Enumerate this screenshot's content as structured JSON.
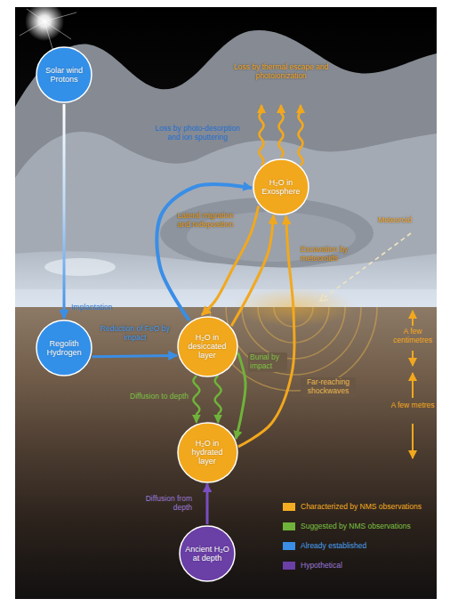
{
  "diagram": {
    "nodes": [
      {
        "text": [
          "Solar wind Protons"
        ]
      },
      {
        "text": [
          "H₂O in Exosphere"
        ]
      },
      {
        "text": [
          "Regolith Hydrogen"
        ]
      },
      {
        "text": [
          "H₂O in desiccated layer"
        ]
      },
      {
        "text": [
          "H₂O in hydrated layer"
        ]
      },
      {
        "text": [
          "Ancient H₂O at depth"
        ]
      }
    ],
    "edges": [
      {
        "from": 0,
        "to": 2,
        "arrow": "to",
        "label": "Implantation"
      },
      {
        "from": 2,
        "to": 3,
        "arrow": "to",
        "label": "Reduction of FeO by impact"
      },
      {
        "from": 3,
        "to": 1,
        "arrow": "to",
        "label": "Loss by photo-desorption and ion sputtering"
      },
      {
        "from": 1,
        "to": 3,
        "arrow": "to",
        "label": "Lateral migration and redeposition"
      },
      {
        "from": 3,
        "to": 1,
        "arrow": "to",
        "label": "Excavation by meteoroids"
      },
      {
        "from": 4,
        "to": 1,
        "arrow": "to"
      },
      {
        "from": 3,
        "to": 4,
        "arrow": "to",
        "label": "Diffusion to depth"
      },
      {
        "from": 3,
        "to": 4,
        "arrow": "to"
      },
      {
        "from": 3,
        "to": 4,
        "arrow": "to",
        "label": "Burial by impact"
      },
      {
        "from": 5,
        "to": 4,
        "arrow": "to",
        "label": "Diffusion from depth"
      }
    ],
    "labels": [
      "Loss by thermal escape and photoionization",
      "Meteoroid",
      "Far-reaching shockwaves",
      "A few centimetres",
      "A few metres"
    ],
    "legend": [
      {
        "text": "Characterized by NMS observations",
        "color": "#f4ad22"
      },
      {
        "text": "Suggested by NMS observations",
        "color": "#6fb33a"
      },
      {
        "text": "Already established",
        "color": "#3a8ee6"
      },
      {
        "text": "Hypothetical",
        "color": "#6a3fa6"
      }
    ]
  }
}
